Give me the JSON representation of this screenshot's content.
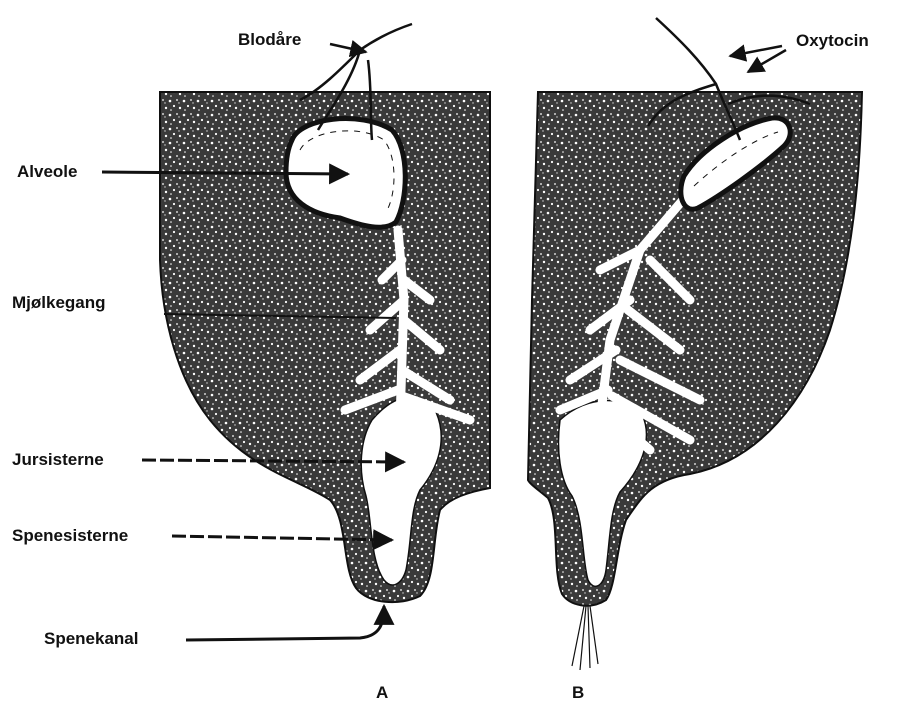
{
  "labels": {
    "blood_vessel": "Blodåre",
    "oxytocin": "Oxytocin",
    "alveole": "Alveole",
    "milk_duct": "Mjølkegang",
    "udder_cistern": "Jursisterne",
    "teat_cistern": "Spenesisterne",
    "teat_canal": "Spenekanal"
  },
  "panels": {
    "left": "A",
    "right": "B"
  },
  "colors": {
    "ink": "#111111",
    "tissue": "#2b2b2b",
    "paper": "#ffffff"
  }
}
